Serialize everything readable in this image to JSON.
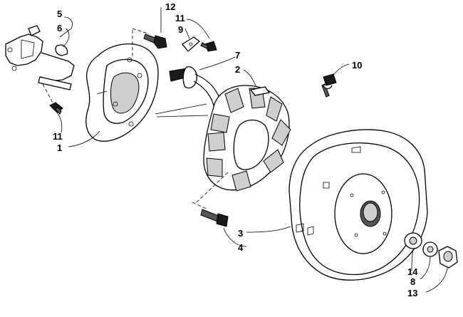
{
  "callouts": [
    {
      "id": "c5",
      "text": "5"
    },
    {
      "id": "c6",
      "text": "6"
    },
    {
      "id": "c12",
      "text": "12"
    },
    {
      "id": "c11a",
      "text": "11"
    },
    {
      "id": "c9",
      "text": "9"
    },
    {
      "id": "c7",
      "text": "7"
    },
    {
      "id": "c2",
      "text": "2"
    },
    {
      "id": "c10",
      "text": "10"
    },
    {
      "id": "c11b",
      "text": "11"
    },
    {
      "id": "c1",
      "text": "1"
    },
    {
      "id": "c3",
      "text": "3"
    },
    {
      "id": "c4",
      "text": "4"
    },
    {
      "id": "c14",
      "text": "14"
    },
    {
      "id": "c8",
      "text": "8"
    },
    {
      "id": "c13",
      "text": "13"
    }
  ]
}
